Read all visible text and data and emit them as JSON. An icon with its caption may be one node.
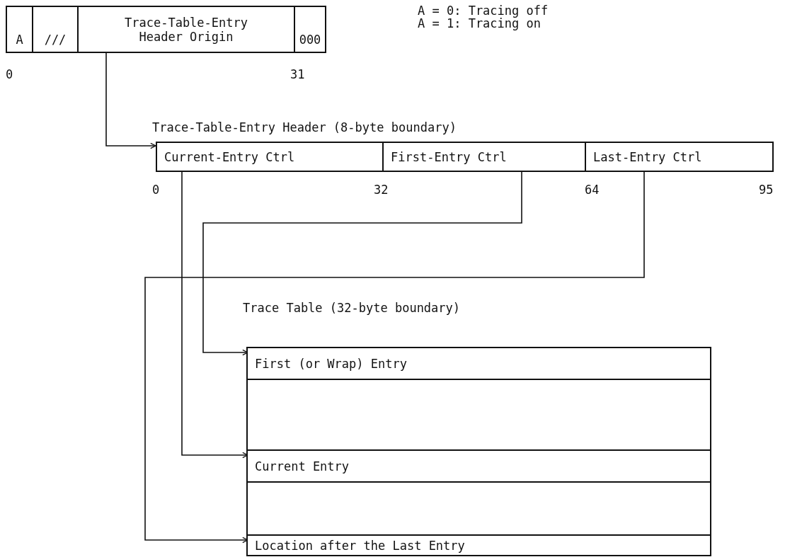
{
  "diagram": {
    "nodes": [
      {
        "text": [
          "A"
        ]
      },
      {
        "text": [
          "///"
        ]
      },
      {
        "text": [
          "Trace-Table-Entry Header Origin"
        ]
      },
      {
        "text": [
          "000"
        ]
      },
      {
        "text": [
          "Trace-Table-Entry Header (8-byte boundary)"
        ]
      },
      {
        "text": [
          "Current-Entry Ctrl"
        ],
        "in": 4
      },
      {
        "text": [
          "First-Entry Ctrl"
        ],
        "in": 4
      },
      {
        "text": [
          "Last-Entry Ctrl"
        ],
        "in": 4
      },
      {
        "text": [
          "Trace Table (32-byte boundary)"
        ]
      },
      {
        "text": [
          "First (or Wrap) Entry"
        ],
        "in": 8
      },
      {
        "text": [],
        "shape": "box",
        "in": 8
      },
      {
        "text": [
          "Current Entry"
        ],
        "in": 8
      },
      {
        "text": [],
        "shape": "box",
        "in": 8
      },
      {
        "text": [
          "Location after the Last Entry"
        ],
        "in": 8
      }
    ],
    "edges": [
      {
        "from": 2,
        "to": 4,
        "arrow": "to"
      },
      {
        "from": 5,
        "to": 11,
        "arrow": "to"
      },
      {
        "from": 6,
        "to": 9,
        "arrow": "to"
      },
      {
        "from": 7,
        "to": 13,
        "arrow": "to"
      }
    ],
    "labels": [
      "A = 0: Tracing off",
      "A = 1: Tracing on",
      "0",
      "31",
      "0",
      "32",
      "64",
      "95"
    ]
  }
}
